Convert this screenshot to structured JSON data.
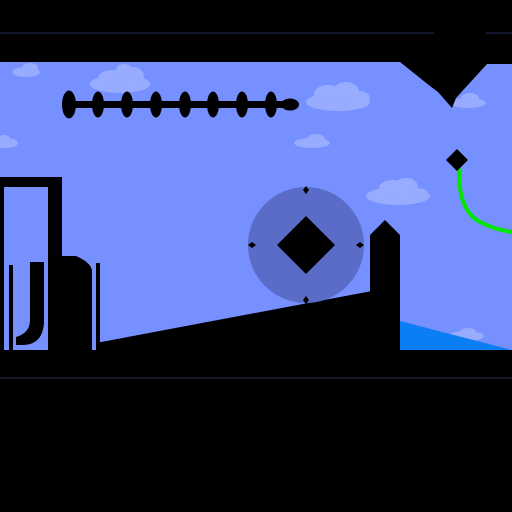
{
  "colors": {
    "background": "#000000",
    "sky": "#7790ff",
    "cloud": "#97abff",
    "band_line": "#252b55",
    "silhouette": "#000000",
    "orb": "#5a6cc8",
    "water": "#0c7ef4",
    "trail": "#00e600"
  },
  "objects": {
    "hud_bar": "top-bar",
    "viewport": "sky-viewport",
    "ceiling_spike": "ceiling-spike",
    "spiked_rod": "spiked-rod",
    "left_tower": "left-tower",
    "ramp": "sloped-ramp",
    "pillar": "right-pillar",
    "orb": "rotating-orb",
    "player": "diamond-player",
    "trail": "green-trail",
    "water": "water-pool"
  }
}
